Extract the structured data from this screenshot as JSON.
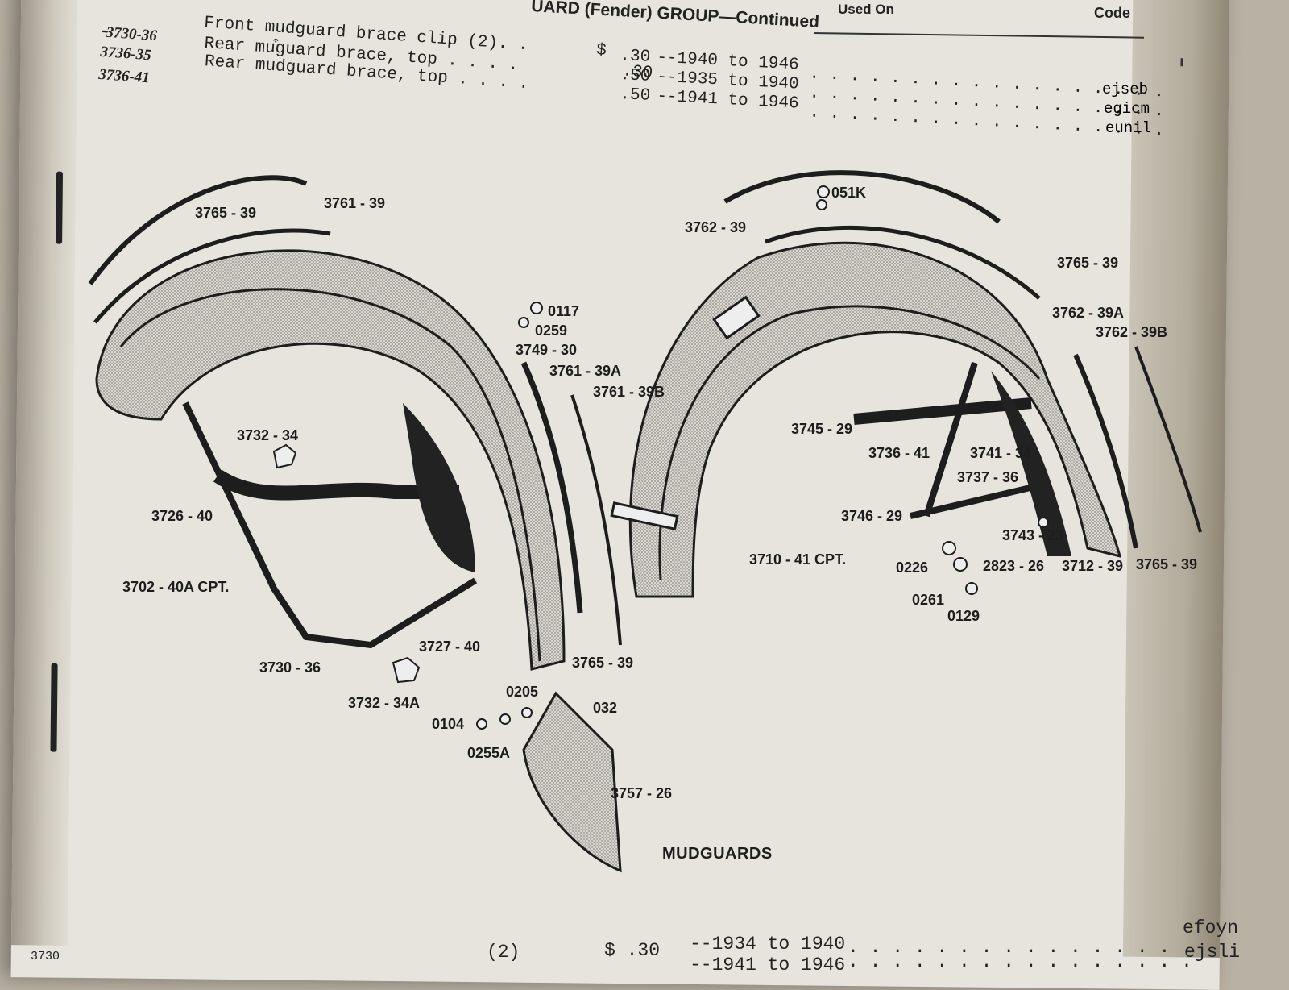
{
  "header": {
    "group_title": "UARD (Fender) GROUP—Continued",
    "used_on_label": "Used On",
    "code_label": "Code"
  },
  "entries": [
    {
      "part_no": "╶3730-36",
      "description": "Front mudguard brace clip (2). .",
      "price": "$",
      "used_on": "",
      "dots": "",
      "code": ""
    },
    {
      "part_no": "3736-35",
      "description": "Rear mu͒guard brace, top . . . .",
      "price": ".30",
      "used_on": "--1940 to 1946",
      "dots": ". . . . . . . . . . . . . . . . . .",
      "code": "ejseb"
    },
    {
      "part_no": "3736-41",
      "description": "Rear mudguard brace, top . . . .",
      "price": ".50",
      "used_on": "--1935 to 1940",
      "dots": ". . . . . . . . . . . . . . . . . .",
      "code": "egicm"
    },
    {
      "part_no": "",
      "description": "",
      "price": ".50",
      "used_on": "--1941 to 1946",
      "dots": ". . . . . . . . . . . . . . . . . .",
      "code": "eunil"
    }
  ],
  "callouts": {
    "c3765_39a": "3765 - 39",
    "c3761_39": "3761 - 39",
    "c051k": "051K",
    "c3762_39": "3762 - 39",
    "c3765_39b": "3765 - 39",
    "c0117": "0117",
    "c0259": "0259",
    "c3749_30": "3749 - 30",
    "c3761_39a": "3761 - 39A",
    "c3761_39b": "3761 - 39B",
    "c3762_39a": "3762 - 39A",
    "c3762_39b": "3762 - 39B",
    "c3732_34": "3732 - 34",
    "c3745_29": "3745 - 29",
    "c3736_41": "3736 - 41",
    "c3741_34": "3741 - 34",
    "c3737_36": "3737 - 36",
    "c3726_40": "3726 - 40",
    "c3746_29": "3746 - 29",
    "c3743_23": "3743 - 23",
    "c3710_41": "3710 - 41 CPT.",
    "c0226": "0226",
    "c2823_26": "2823 - 26",
    "c3712_39": "3712 - 39",
    "c3765_39c": "3765 - 39",
    "c3702_40a": "3702 - 40A CPT.",
    "c0261": "0261",
    "c0129": "0129",
    "c3727_40": "3727 - 40",
    "c3765_39d": "3765 - 39",
    "c3730_36": "3730 - 36",
    "c0205": "0205",
    "c032": "032",
    "c3732_34a": "3732 - 34A",
    "c0104": "0104",
    "c0255a": "0255A",
    "c3757_26": "3757 - 26"
  },
  "caption": "MUDGUARDS",
  "bottom_rows": [
    {
      "part_no": "3730",
      "qty": "(2)",
      "price": "$ .30",
      "used_on": "--1934 to 1940",
      "dots": ". . . . . . . . . . . . . . . .",
      "code": "efoyn"
    },
    {
      "part_no": "",
      "qty": "",
      "price": "",
      "used_on": "--1941 to 1946",
      "dots": ". . . . . . . . . . . . . . . .",
      "code": "ejsli"
    }
  ],
  "colors": {
    "paper": "#e6e4dc",
    "ink": "#1d1d1d",
    "stipple": "#b7b5ae",
    "background": "#b9b1a3"
  }
}
